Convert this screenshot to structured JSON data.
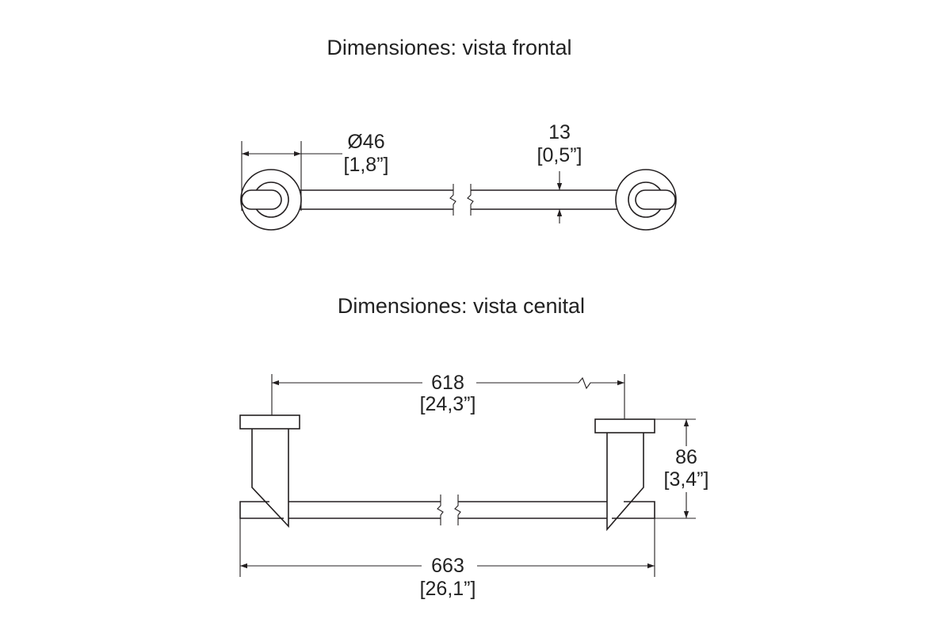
{
  "front_view": {
    "title": "Dimensiones: vista frontal",
    "diameter_mm": "Ø46",
    "diameter_in": "[1,8”]",
    "thickness_mm": "13",
    "thickness_in": "[0,5”]"
  },
  "top_view": {
    "title": "Dimensiones: vista cenital",
    "inner_length_mm": "618",
    "inner_length_in": "[24,3”]",
    "projection_mm": "86",
    "projection_in": "[3,4”]",
    "total_length_mm": "663",
    "total_length_in": "[26,1”]"
  }
}
